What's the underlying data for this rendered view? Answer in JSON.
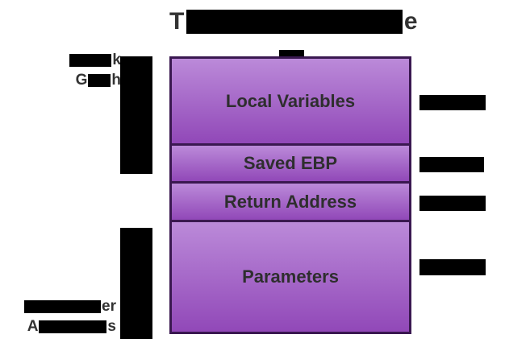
{
  "title": {
    "visible_start": "T",
    "visible_end": "e"
  },
  "stack": {
    "rows": [
      {
        "label": "Local Variables"
      },
      {
        "label": "Saved EBP"
      },
      {
        "label": "Return Address"
      },
      {
        "label": "Parameters"
      }
    ]
  },
  "left_labels": {
    "stack_growth": {
      "line1_end": "k",
      "line2_start": "G",
      "line2_end": "h"
    },
    "addresses": {
      "line1_end": "er",
      "line2_start": "A",
      "line2_end": "s"
    }
  },
  "colors": {
    "box_gradient_top": "#bb8ad9",
    "box_gradient_bottom": "#9148b8",
    "box_border": "#3a1850",
    "text_dark": "#333333",
    "redaction": "#000000",
    "background": "#ffffff"
  }
}
